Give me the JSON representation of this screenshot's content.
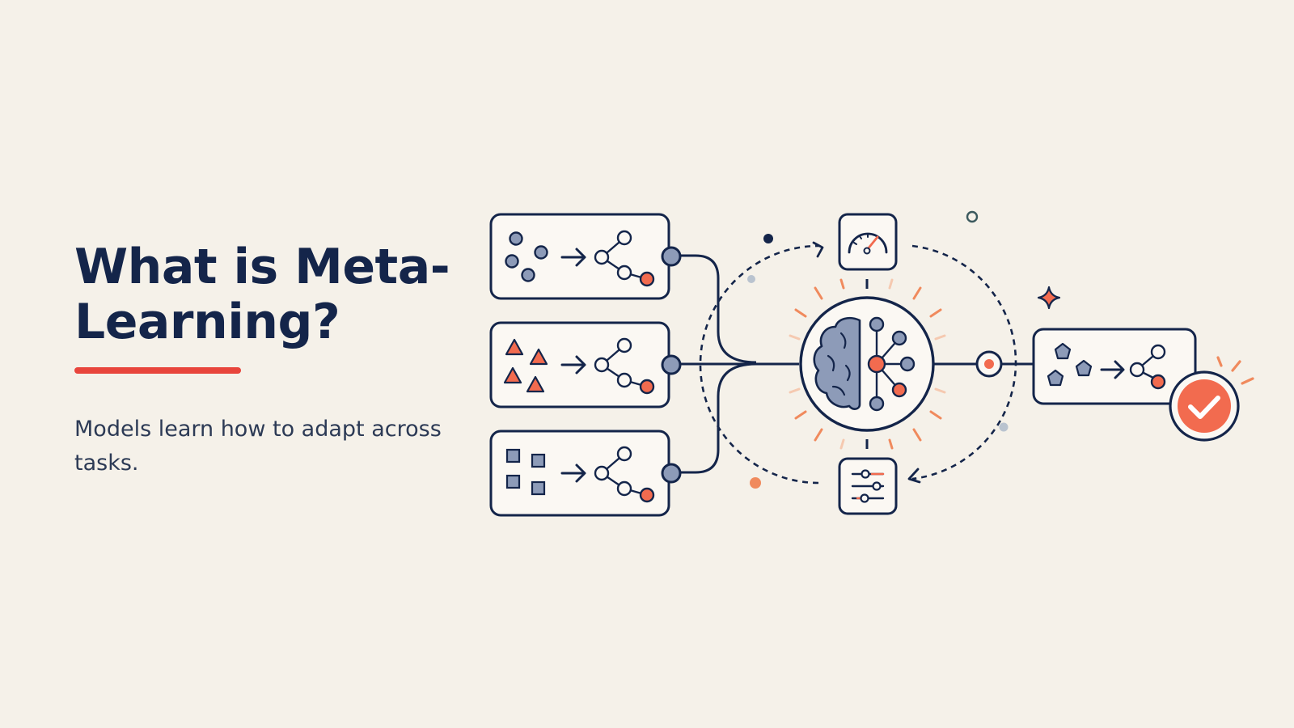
{
  "slide": {
    "title": "What is Meta-Learning?",
    "subtitle": "Models learn how to adapt across tasks."
  },
  "colors": {
    "background": "#f5f1e9",
    "ink": "#14254a",
    "accent": "#e8453c",
    "coral": "#f26b4f",
    "slate": "#8d9bb8",
    "card_fill": "#fbf8f3",
    "grey_dot": "#b9c3cf",
    "teal_ring": "#3c5a5e"
  },
  "diagram": {
    "task_cards": [
      {
        "id": "task-circles",
        "shape": "circle"
      },
      {
        "id": "task-triangles",
        "shape": "triangle"
      },
      {
        "id": "task-squares",
        "shape": "square"
      }
    ],
    "center": {
      "icon": "brain-network-icon"
    },
    "top_node": {
      "icon": "speedometer-icon"
    },
    "bottom_node": {
      "icon": "sliders-icon"
    },
    "output_card": {
      "shape": "pentagon",
      "badge_icon": "check-icon"
    }
  }
}
